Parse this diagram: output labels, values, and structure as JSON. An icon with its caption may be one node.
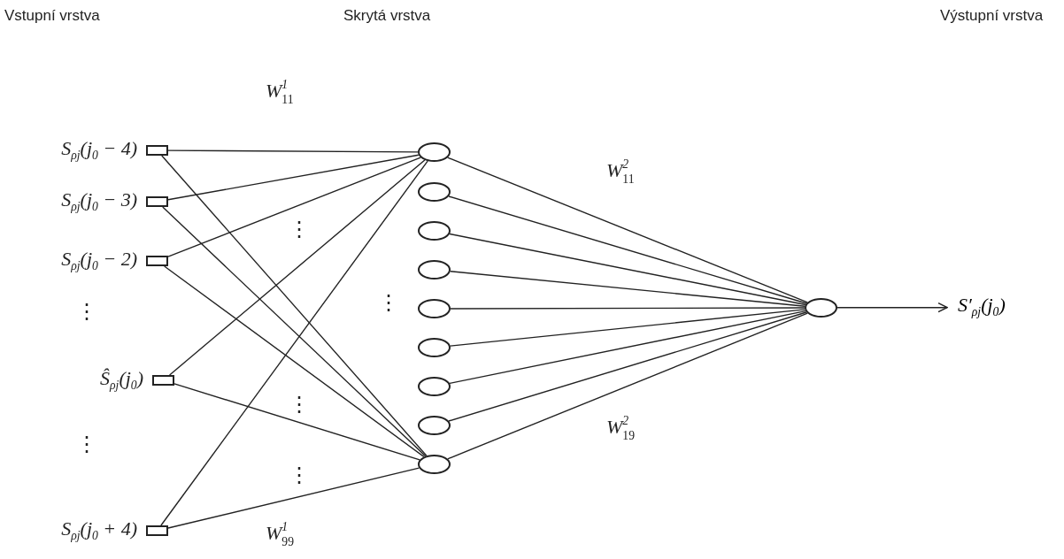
{
  "diagram": {
    "nodes": [
      {
        "text": [],
        "shape": "box",
        "beside": [
          "S$_{ρj}$(j$_{0}$ − 4)"
        ]
      },
      {
        "text": [],
        "shape": "box",
        "beside": [
          "S$_{ρj}$(j$_{0}$ − 3)"
        ]
      },
      {
        "text": [],
        "shape": "box",
        "beside": [
          "S$_{ρj}$(j$_{0}$ − 2)"
        ]
      },
      {
        "text": [],
        "shape": "box",
        "beside": [
          "Ŝ$_{ρj}$(j$_{0}$)"
        ]
      },
      {
        "text": [],
        "shape": "box",
        "beside": [
          "S$_{ρj}$(j$_{0}$ + 4)"
        ]
      },
      {
        "text": [],
        "shape": "circle"
      },
      {
        "text": [],
        "shape": "circle"
      },
      {
        "text": [],
        "shape": "circle"
      },
      {
        "text": [],
        "shape": "circle"
      },
      {
        "text": [],
        "shape": "circle"
      },
      {
        "text": [],
        "shape": "circle"
      },
      {
        "text": [],
        "shape": "circle"
      },
      {
        "text": [],
        "shape": "circle"
      },
      {
        "text": [],
        "shape": "circle"
      },
      {
        "text": [],
        "shape": "circle"
      },
      {
        "text": [
          "S′$_{ρj}$(j$_{0}$)"
        ]
      }
    ],
    "edges": [
      {
        "from": 0,
        "to": 5,
        "arrow": "none"
      },
      {
        "from": 0,
        "to": 13,
        "arrow": "none"
      },
      {
        "from": 1,
        "to": 5,
        "arrow": "none"
      },
      {
        "from": 1,
        "to": 13,
        "arrow": "none"
      },
      {
        "from": 2,
        "to": 5,
        "arrow": "none"
      },
      {
        "from": 2,
        "to": 13,
        "arrow": "none"
      },
      {
        "from": 3,
        "to": 5,
        "arrow": "none"
      },
      {
        "from": 3,
        "to": 13,
        "arrow": "none"
      },
      {
        "from": 4,
        "to": 5,
        "arrow": "none"
      },
      {
        "from": 4,
        "to": 13,
        "arrow": "none"
      },
      {
        "from": 5,
        "to": 14,
        "arrow": "none"
      },
      {
        "from": 6,
        "to": 14,
        "arrow": "none"
      },
      {
        "from": 7,
        "to": 14,
        "arrow": "none"
      },
      {
        "from": 8,
        "to": 14,
        "arrow": "none"
      },
      {
        "from": 9,
        "to": 14,
        "arrow": "none"
      },
      {
        "from": 10,
        "to": 14,
        "arrow": "none"
      },
      {
        "from": 11,
        "to": 14,
        "arrow": "none"
      },
      {
        "from": 12,
        "to": 14,
        "arrow": "none"
      },
      {
        "from": 13,
        "to": 14,
        "arrow": "none"
      },
      {
        "from": 14,
        "to": 15,
        "arrow": "to"
      }
    ],
    "labels": [
      "Vstupní vrstva",
      "Skrytá vrstva",
      "Výstupní vrstva",
      "W$^{1}$$_{11}$",
      "W$^{2}$$_{11}$",
      "⋮",
      "⋮",
      "⋮",
      "⋮",
      "⋮",
      "⋮",
      "W$^{2}$$_{19}$",
      "W$^{1}$$_{99}$"
    ]
  }
}
